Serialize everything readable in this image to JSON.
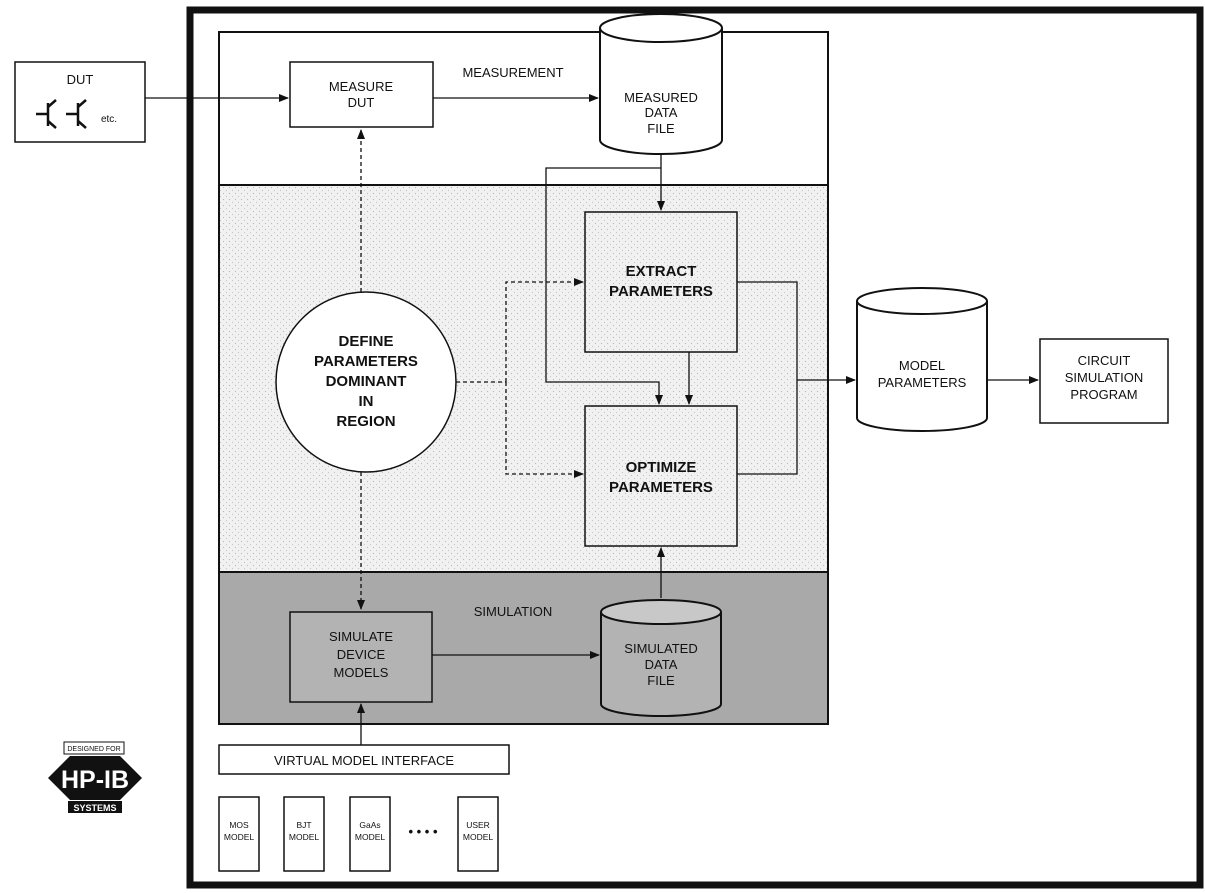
{
  "dut": {
    "title": "DUT",
    "etc": "etc."
  },
  "sections": {
    "measurement": "MEASUREMENT",
    "simulation": "SIMULATION"
  },
  "blocks": {
    "measure_dut": [
      "MEASURE",
      "DUT"
    ],
    "measured_data_file": [
      "MEASURED",
      "DATA",
      "FILE"
    ],
    "extract_parameters": [
      "EXTRACT",
      "PARAMETERS"
    ],
    "optimize_parameters": [
      "OPTIMIZE",
      "PARAMETERS"
    ],
    "define_parameters": [
      "DEFINE",
      "PARAMETERS",
      "DOMINANT",
      "IN",
      "REGION"
    ],
    "simulate_device_models": [
      "SIMULATE",
      "DEVICE",
      "MODELS"
    ],
    "simulated_data_file": [
      "SIMULATED",
      "DATA",
      "FILE"
    ],
    "model_parameters": [
      "MODEL",
      "PARAMETERS"
    ],
    "circuit_simulation_program": [
      "CIRCUIT",
      "SIMULATION",
      "PROGRAM"
    ]
  },
  "interface": {
    "title": "VIRTUAL MODEL INTERFACE",
    "models": [
      [
        "MOS",
        "MODEL"
      ],
      [
        "BJT",
        "MODEL"
      ],
      [
        "GaAs",
        "MODEL"
      ],
      [
        "USER",
        "MODEL"
      ]
    ],
    "ellipsis": "• • • •"
  },
  "logo": {
    "top": "DESIGNED FOR",
    "main": "HP-IB",
    "bottom": "SYSTEMS"
  }
}
